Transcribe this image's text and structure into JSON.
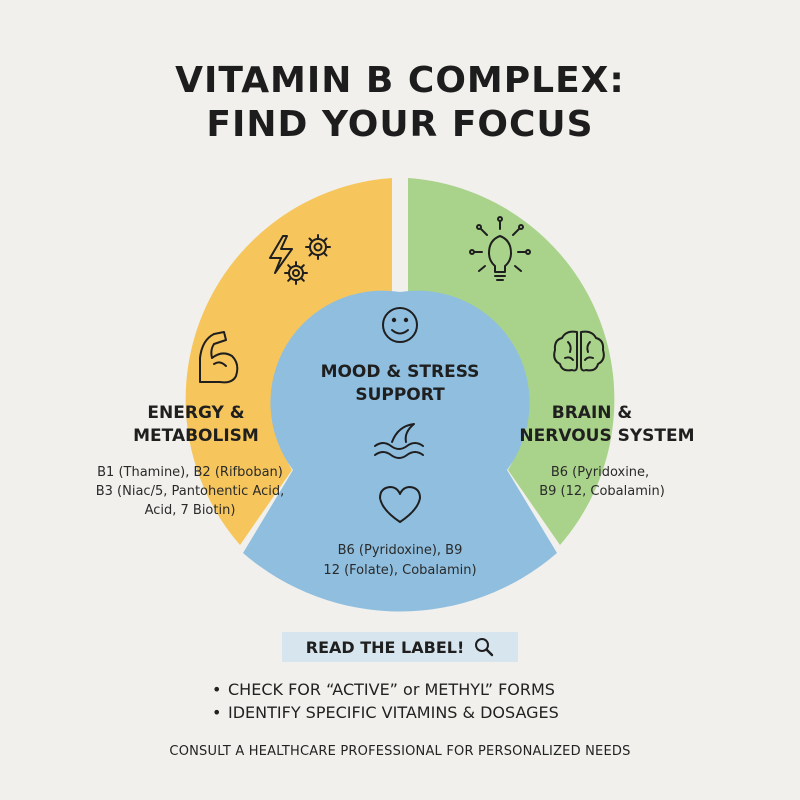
{
  "title": {
    "line1": "VITAMIN B COMPLEX:",
    "line2": "FIND YOUR FOCUS"
  },
  "segments": {
    "energy": {
      "title_line1": "ENERGY &",
      "title_line2": "METABOLISM",
      "text_lines": [
        "B1 (Thamine), B2 (Rifboban)",
        "B3 (Niac/5, Pantohentic Acid,",
        "Acid, 7 Biotin)"
      ],
      "color": "#f6c65c",
      "icons": [
        "lightning-icon",
        "gear-icon",
        "flexed-arm-icon"
      ]
    },
    "brain": {
      "title_line1": "BRAIN &",
      "title_line2": "NERVOUS SYSTEM",
      "text_lines": [
        "B6 (Pyridoxine,",
        "B9 (12, Cobalamin)"
      ],
      "color": "#a9d38a",
      "icons": [
        "lightbulb-icon",
        "brain-icon"
      ]
    },
    "mood": {
      "title_line1": "MOOD & STRESS",
      "title_line2": "SUPPORT",
      "text_lines": [
        "B6 (Pyridoxine), B9",
        "12 (Folate), Cobalamin)"
      ],
      "color": "#8fbedf",
      "icons": [
        "smiley-icon",
        "wave-icon",
        "heart-icon"
      ]
    }
  },
  "read_label": {
    "text": "READ THE LABEL!",
    "icon": "search-icon",
    "background": "#d7e6ee"
  },
  "tips": [
    {
      "bullet": "•",
      "text": "CHECK FOR “ACTIVE” or METHYL” FORMS"
    },
    {
      "bullet": "•",
      "text": "IDENTIFY SPECIFIC VITAMINS & DOSAGES"
    }
  ],
  "footer": "CONSULT A HEALTHCARE PROFESSIONAL FOR PERSONALIZED NEEDS"
}
